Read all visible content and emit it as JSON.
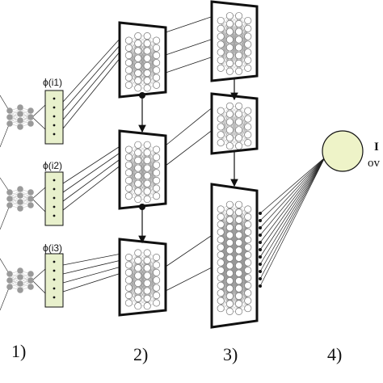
{
  "feature_labels": [
    "ϕ(i1)",
    "ϕ(i2)",
    "ϕ(i3)"
  ],
  "stage_labels": [
    "1)",
    "2)",
    "3)",
    "4)"
  ],
  "output_text": {
    "line1": "I",
    "line2": "ov"
  },
  "colors": {
    "feature_box_fill": "#e8f0cc",
    "output_node_fill": "#eef3c8",
    "input_node": "#9a9a9a",
    "stroke": "#111111"
  }
}
